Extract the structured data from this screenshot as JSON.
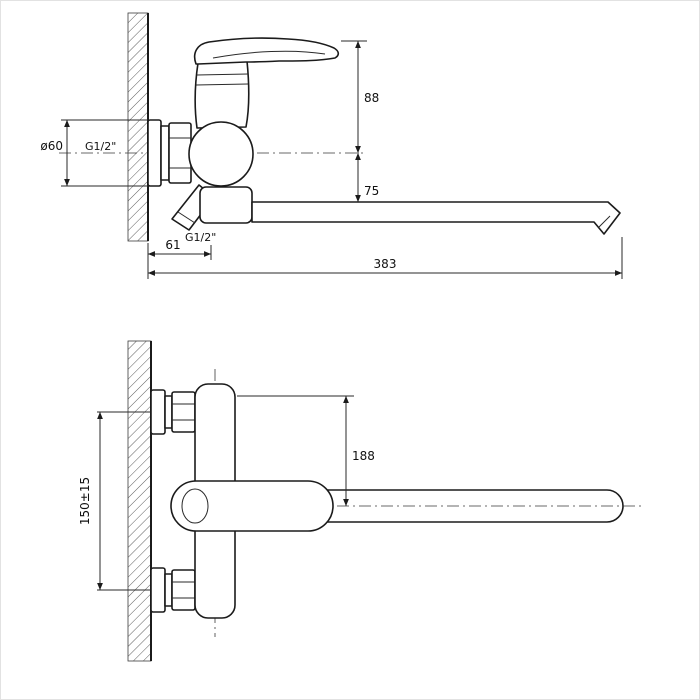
{
  "drawing": {
    "side_view": {
      "dim_handle_height": "88",
      "dim_spout_drop": "75",
      "dim_wall_to_axis": "61",
      "dim_spout_reach": "383",
      "dim_flange_diameter": "ø60",
      "inlet_thread_label": "G1/2\"",
      "shower_thread_label": "G1/2\""
    },
    "front_view": {
      "dim_inlet_centers": "150±15",
      "dim_body_span": "188"
    }
  }
}
